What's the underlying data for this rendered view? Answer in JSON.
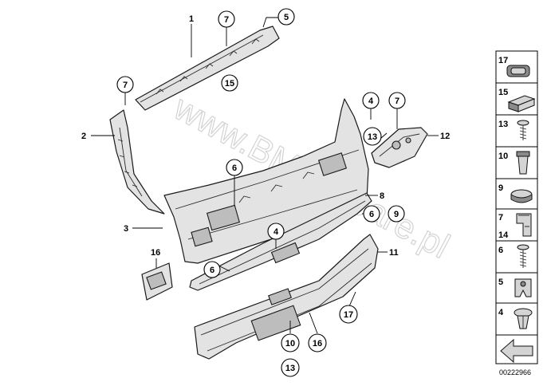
{
  "callouts": {
    "p1": "1",
    "p2": "2",
    "p3": "3",
    "p4a": "4",
    "p4b": "4",
    "p5": "5",
    "p6a": "6",
    "p6b": "6",
    "p6c": "6",
    "p7a": "7",
    "p7b": "7",
    "p7c": "7",
    "p8": "8",
    "p9": "9",
    "p10": "10",
    "p11": "11",
    "p12": "12",
    "p13a": "13",
    "p13b": "13",
    "p15": "15",
    "p16a": "16",
    "p16b": "16",
    "p17": "17"
  },
  "side_panel": {
    "items": [
      {
        "number": "17",
        "icon": "grommet-icon"
      },
      {
        "number": "15",
        "icon": "foam-block-icon"
      },
      {
        "number": "13",
        "icon": "screw-icon"
      },
      {
        "number": "10",
        "icon": "expanding-nut-icon"
      },
      {
        "number": "9",
        "icon": "plug-icon"
      },
      {
        "number": "7",
        "icon": "clip-icon"
      },
      {
        "number": "14",
        "icon": "clip-icon"
      },
      {
        "number": "6",
        "icon": "screw-icon"
      },
      {
        "number": "5",
        "icon": "spring-nut-icon"
      },
      {
        "number": "4",
        "icon": "push-rivet-icon"
      }
    ]
  },
  "watermark": "www.BMW-spare.pl",
  "diagram_code": "00222966"
}
